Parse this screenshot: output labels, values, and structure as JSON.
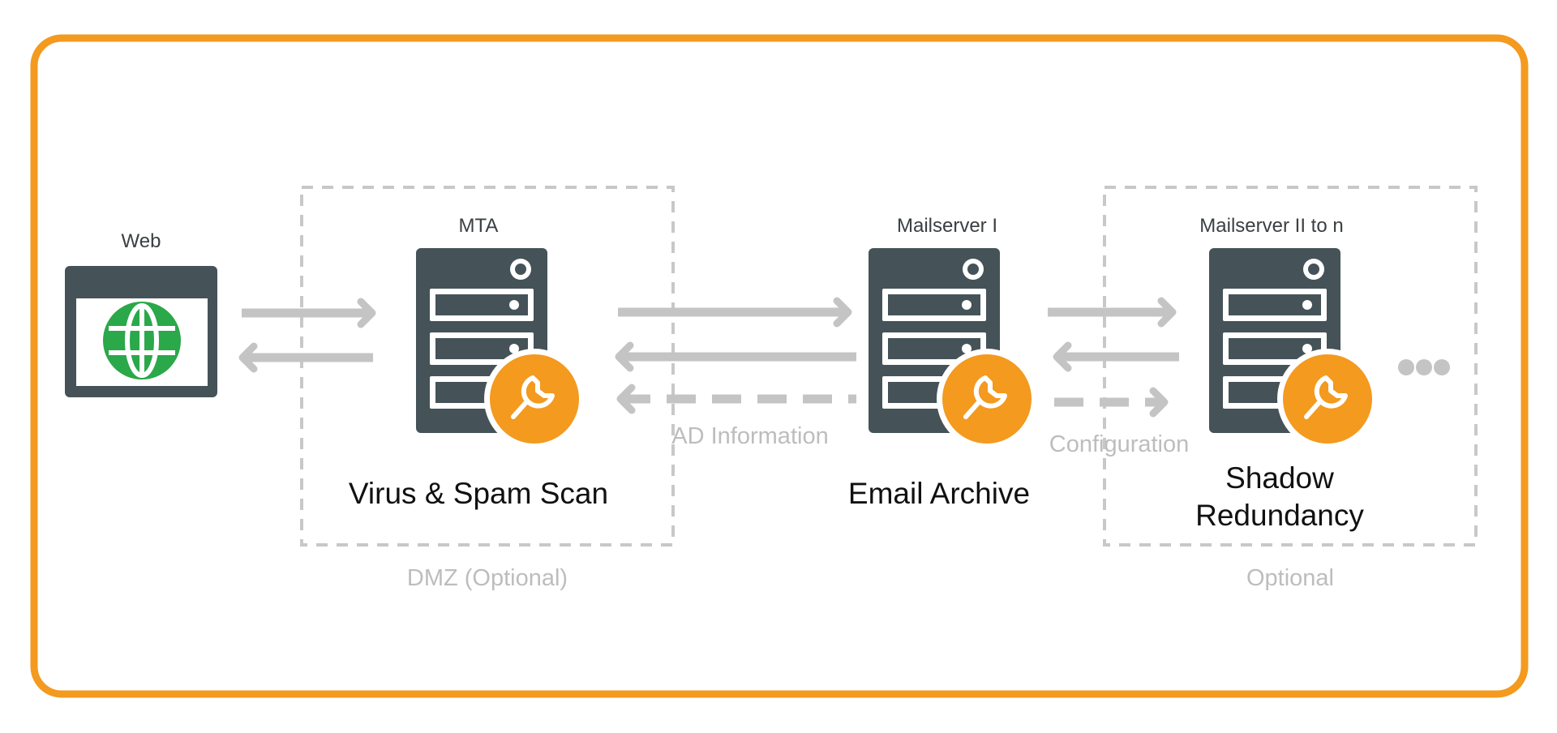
{
  "colors": {
    "frame": "#f39a1f",
    "server": "#455358",
    "badge": "#f39a1f",
    "globe": "#2aa84a",
    "arrow": "#c4c4c4",
    "zone_border": "#c8c8c8",
    "muted_text": "#bdbdbd"
  },
  "web": {
    "label": "Web",
    "icon": "globe-browser-icon"
  },
  "zones": {
    "dmz": {
      "caption": "DMZ (Optional)"
    },
    "optional": {
      "caption": "Optional"
    }
  },
  "nodes": {
    "mta": {
      "label": "MTA",
      "title": "Virus & Spam Scan",
      "icon": "server-icon",
      "badge_icon": "wrench-icon"
    },
    "mailserver1": {
      "label": "Mailserver I",
      "title": "Email Archive",
      "icon": "server-icon",
      "badge_icon": "wrench-icon"
    },
    "mailserver2": {
      "label": "Mailserver II to n",
      "title_line1": "Shadow",
      "title_line2": "Redundancy",
      "icon": "server-icon",
      "badge_icon": "wrench-icon",
      "more_icon": "ellipsis-icon"
    }
  },
  "connections": {
    "ad_information": "AD Information",
    "configuration": "Configuration"
  }
}
